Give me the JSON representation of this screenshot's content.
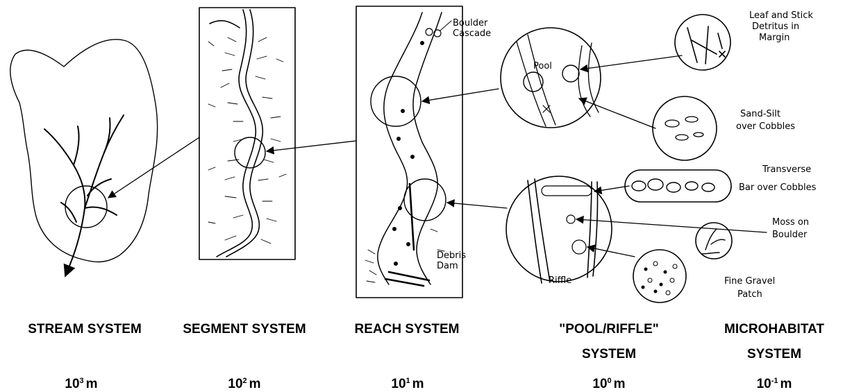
{
  "callouts": {
    "boulder_cascade": [
      "Boulder",
      "Cascade"
    ],
    "debris_dam": [
      "Debris",
      "Dam"
    ],
    "pool": "Pool",
    "riffle": "Riffle",
    "leaf_detritus": [
      "Leaf and Stick",
      "Detritus in",
      "Margin"
    ],
    "sand_silt": [
      "Sand-Silt",
      "over Cobbles"
    ],
    "transverse_bar": [
      "Transverse",
      "Bar over Cobbles"
    ],
    "moss": [
      "Moss on",
      "Boulder"
    ],
    "gravel": [
      "Fine Gravel",
      "Patch"
    ]
  },
  "columns": [
    {
      "title_lines": [
        "STREAM SYSTEM"
      ],
      "scale_base": "10",
      "scale_exp": "3",
      "scale_unit": "m"
    },
    {
      "title_lines": [
        "SEGMENT SYSTEM"
      ],
      "scale_base": "10",
      "scale_exp": "2",
      "scale_unit": "m"
    },
    {
      "title_lines": [
        "REACH SYSTEM"
      ],
      "scale_base": "10",
      "scale_exp": "1",
      "scale_unit": "m"
    },
    {
      "title_lines": [
        "\"POOL/RIFFLE\"",
        "SYSTEM"
      ],
      "scale_base": "10",
      "scale_exp": "0",
      "scale_unit": "m"
    },
    {
      "title_lines": [
        "MICROHABITAT",
        "SYSTEM"
      ],
      "scale_base": "10",
      "scale_exp": "-1",
      "scale_unit": "m"
    }
  ]
}
